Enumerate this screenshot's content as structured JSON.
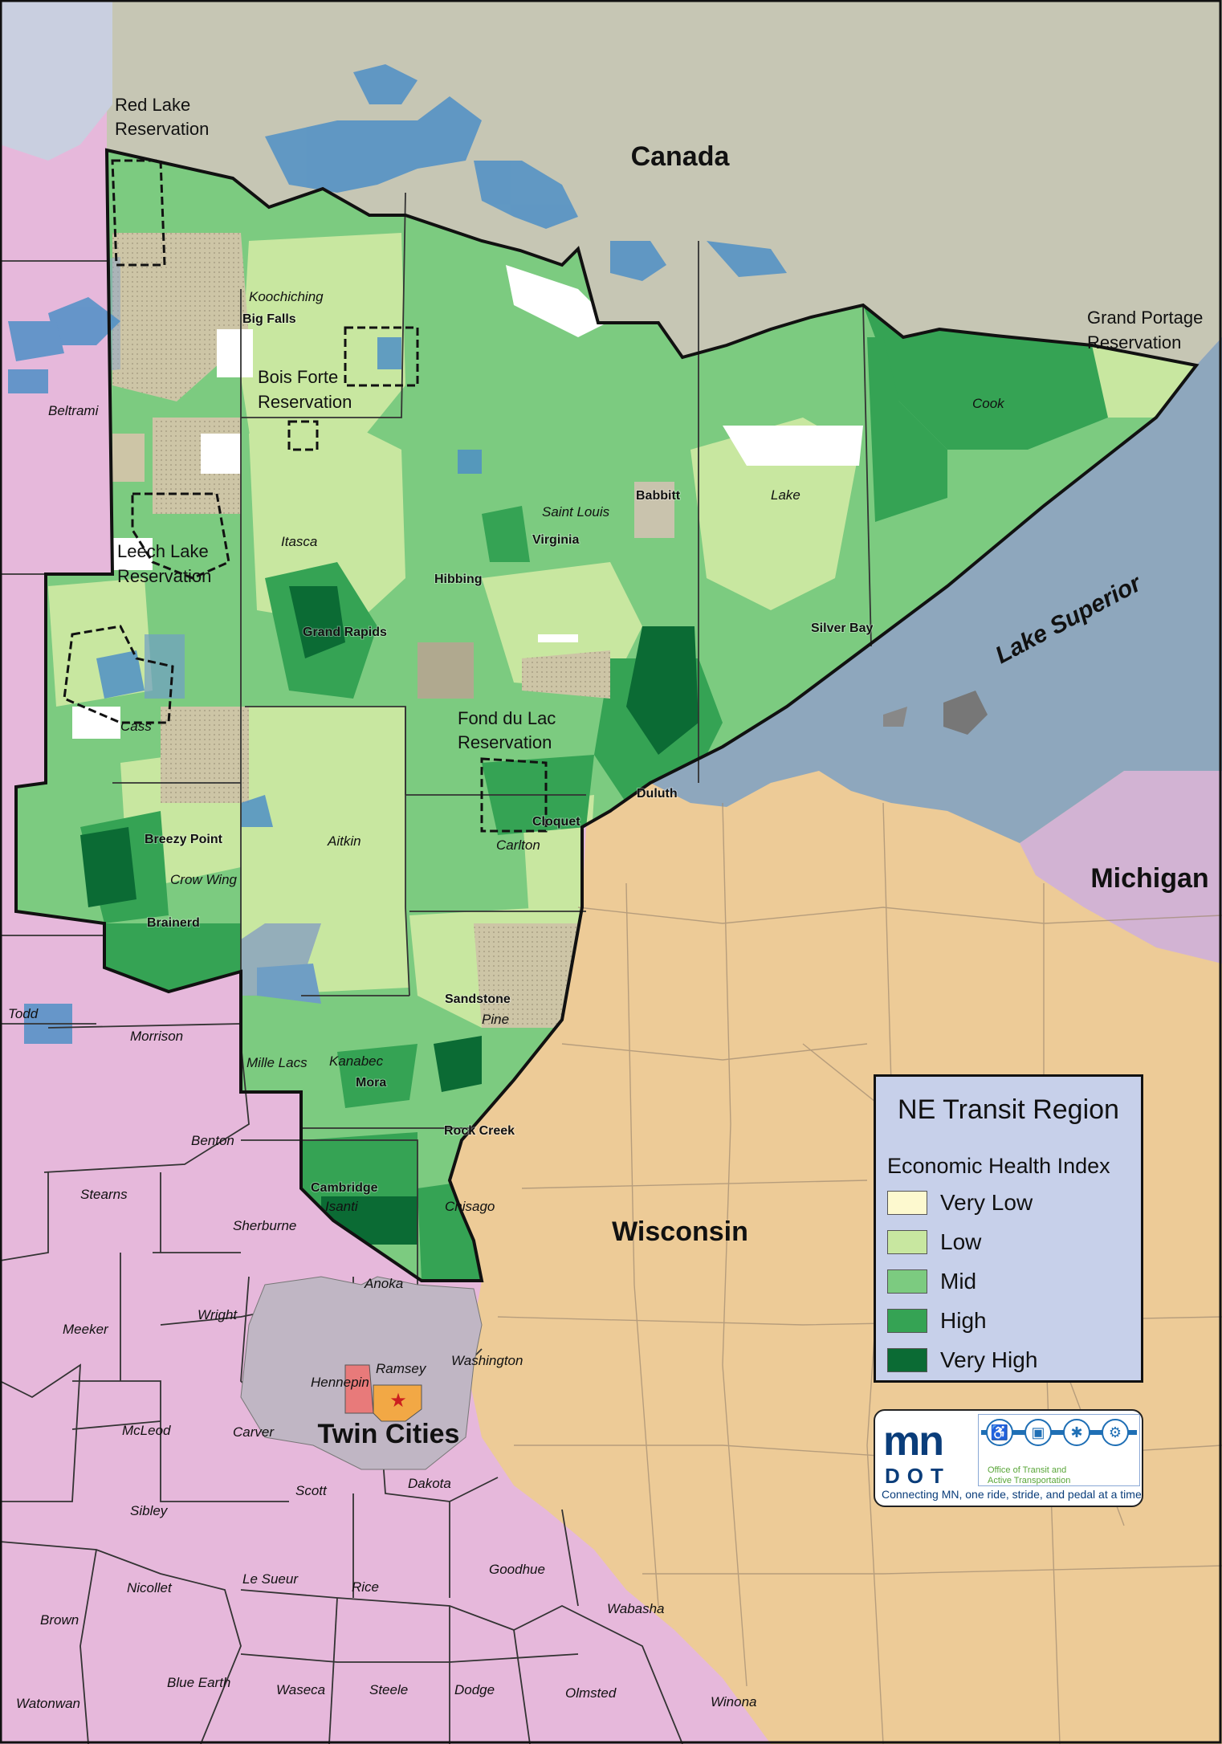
{
  "map": {
    "neighbors": {
      "canada": "Canada",
      "wisconsin": "Wisconsin",
      "michigan": "Michigan",
      "twin_cities": "Twin Cities"
    },
    "lake_superior": "Lake Superior",
    "reservations": {
      "red_lake": [
        "Red Lake",
        "Reservation"
      ],
      "bois_forte": [
        "Bois Forte",
        "Reservation"
      ],
      "leech_lake": [
        "Leech Lake",
        "Reservation"
      ],
      "fond_du_lac": [
        "Fond du Lac",
        "Reservation"
      ],
      "grand_portage": [
        "Grand Portage",
        "Reservation"
      ]
    },
    "counties": [
      "Koochiching",
      "Cook",
      "Lake",
      "Saint Louis",
      "Itasca",
      "Cass",
      "Crow Wing",
      "Aitkin",
      "Carlton",
      "Pine",
      "Kanabec",
      "Isanti",
      "Chisago",
      "Mille Lacs",
      "Beltrami",
      "Todd",
      "Morrison",
      "Benton",
      "Stearns",
      "Sherburne",
      "Anoka",
      "Wright",
      "Meeker",
      "Hennepin",
      "Ramsey",
      "Washington",
      "McLeod",
      "Carver",
      "Scott",
      "Dakota",
      "Sibley",
      "Nicollet",
      "Le Sueur",
      "Rice",
      "Goodhue",
      "Wabasha",
      "Brown",
      "Blue Earth",
      "Waseca",
      "Steele",
      "Dodge",
      "Olmsted",
      "Winona",
      "Watonwan"
    ],
    "cities": [
      "Big Falls",
      "Babbitt",
      "Virginia",
      "Hibbing",
      "Grand Rapids",
      "Silver Bay",
      "Duluth",
      "Cloquet",
      "Breezy Point",
      "Brainerd",
      "Sandstone",
      "Mora",
      "Rock Creek",
      "Cambridge"
    ]
  },
  "legend": {
    "title": "NE Transit Region",
    "subtitle": "Economic Health Index",
    "items": [
      {
        "label": "Very Low",
        "color": "#fdf9cf"
      },
      {
        "label": "Low",
        "color": "#c8e7a0"
      },
      {
        "label": "Mid",
        "color": "#7ccb80"
      },
      {
        "label": "High",
        "color": "#35a354"
      },
      {
        "label": "Very High",
        "color": "#0b6b34"
      }
    ]
  },
  "logo": {
    "brand_mn": "mn",
    "brand_dot": "DOT",
    "office": "Office of Transit and Active Transportation",
    "tagline": "Connecting MN, one ride, stride, and pedal at a time.",
    "mode_icons": [
      "wheelchair-icon",
      "bus-icon",
      "walk-icon",
      "bike-icon"
    ]
  },
  "colors": {
    "canada": "#c6c6b4",
    "wisconsin": "#edcb97",
    "michigan": "#d2b3d3",
    "other_mn": "#e6b8db",
    "lake": "#8ea7bd",
    "water": "#4f8fc6",
    "tan": "#cfc7a8"
  }
}
